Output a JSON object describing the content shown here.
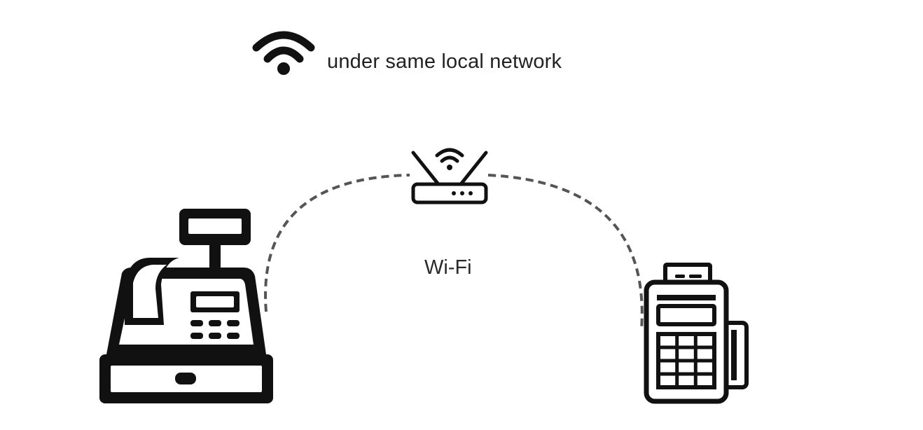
{
  "legend": {
    "icon": "wifi-icon",
    "label": "under same local network"
  },
  "connection": {
    "label": "Wi-Fi",
    "line_style": "dashed",
    "line_color": "#555555"
  },
  "nodes": [
    {
      "icon": "cash-register-icon"
    },
    {
      "icon": "router-icon"
    },
    {
      "icon": "payment-terminal-icon"
    }
  ],
  "colors": {
    "icon": "#111111",
    "background": "#ffffff",
    "text": "#222222"
  }
}
